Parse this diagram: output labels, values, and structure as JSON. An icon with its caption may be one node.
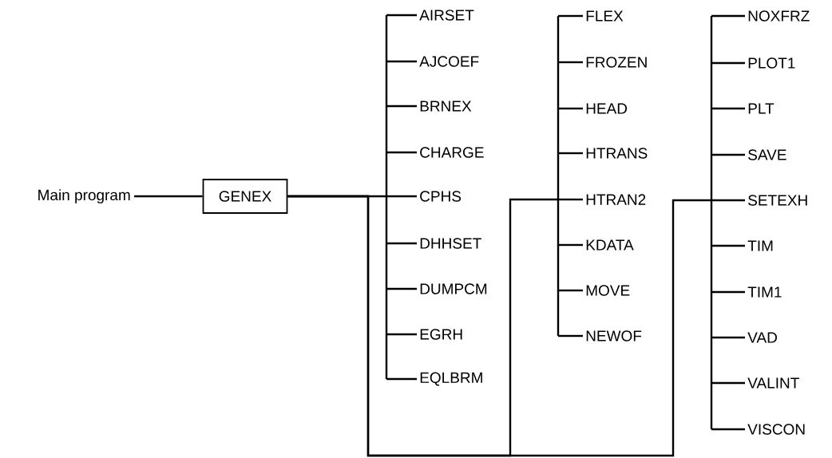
{
  "diagram": {
    "nodes": [
      {
        "text": [
          "Main program"
        ]
      },
      {
        "text": [
          "GENEX"
        ]
      },
      {
        "text": [
          "AIRSET"
        ]
      },
      {
        "text": [
          "AJCOEF"
        ]
      },
      {
        "text": [
          "BRNEX"
        ]
      },
      {
        "text": [
          "CHARGE"
        ]
      },
      {
        "text": [
          "CPHS"
        ]
      },
      {
        "text": [
          "DHHSET"
        ]
      },
      {
        "text": [
          "DUMPCM"
        ]
      },
      {
        "text": [
          "EGRH"
        ]
      },
      {
        "text": [
          "EQLBRM"
        ]
      },
      {
        "text": [
          "FLEX"
        ]
      },
      {
        "text": [
          "FROZEN"
        ]
      },
      {
        "text": [
          "HEAD"
        ]
      },
      {
        "text": [
          "HTRANS"
        ]
      },
      {
        "text": [
          "HTRAN2"
        ]
      },
      {
        "text": [
          "KDATA"
        ]
      },
      {
        "text": [
          "MOVE"
        ]
      },
      {
        "text": [
          "NEWOF"
        ]
      },
      {
        "text": [
          "NOXFRZ"
        ]
      },
      {
        "text": [
          "PLOT1"
        ]
      },
      {
        "text": [
          "PLT"
        ]
      },
      {
        "text": [
          "SAVE"
        ]
      },
      {
        "text": [
          "SETEXH"
        ]
      },
      {
        "text": [
          "TIM"
        ]
      },
      {
        "text": [
          "TIM1"
        ]
      },
      {
        "text": [
          "VAD"
        ]
      },
      {
        "text": [
          "VALINT"
        ]
      },
      {
        "text": [
          "VISCON"
        ]
      }
    ],
    "edges": [
      {
        "from": 0,
        "to": 1,
        "arrow": "none"
      },
      {
        "from": 1,
        "to": 2,
        "arrow": "none"
      },
      {
        "from": 1,
        "to": 3,
        "arrow": "none"
      },
      {
        "from": 1,
        "to": 4,
        "arrow": "none"
      },
      {
        "from": 1,
        "to": 5,
        "arrow": "none"
      },
      {
        "from": 1,
        "to": 6,
        "arrow": "none"
      },
      {
        "from": 1,
        "to": 7,
        "arrow": "none"
      },
      {
        "from": 1,
        "to": 8,
        "arrow": "none"
      },
      {
        "from": 1,
        "to": 9,
        "arrow": "none"
      },
      {
        "from": 1,
        "to": 10,
        "arrow": "none"
      },
      {
        "from": 1,
        "to": 11,
        "arrow": "none"
      },
      {
        "from": 1,
        "to": 12,
        "arrow": "none"
      },
      {
        "from": 1,
        "to": 13,
        "arrow": "none"
      },
      {
        "from": 1,
        "to": 14,
        "arrow": "none"
      },
      {
        "from": 1,
        "to": 15,
        "arrow": "none"
      },
      {
        "from": 1,
        "to": 16,
        "arrow": "none"
      },
      {
        "from": 1,
        "to": 17,
        "arrow": "none"
      },
      {
        "from": 1,
        "to": 18,
        "arrow": "none"
      },
      {
        "from": 1,
        "to": 19,
        "arrow": "none"
      },
      {
        "from": 1,
        "to": 20,
        "arrow": "none"
      },
      {
        "from": 1,
        "to": 21,
        "arrow": "none"
      },
      {
        "from": 1,
        "to": 22,
        "arrow": "none"
      },
      {
        "from": 1,
        "to": 23,
        "arrow": "none"
      },
      {
        "from": 1,
        "to": 24,
        "arrow": "none"
      },
      {
        "from": 1,
        "to": 25,
        "arrow": "none"
      },
      {
        "from": 1,
        "to": 26,
        "arrow": "none"
      },
      {
        "from": 1,
        "to": 27,
        "arrow": "none"
      },
      {
        "from": 1,
        "to": 28,
        "arrow": "none"
      }
    ]
  }
}
